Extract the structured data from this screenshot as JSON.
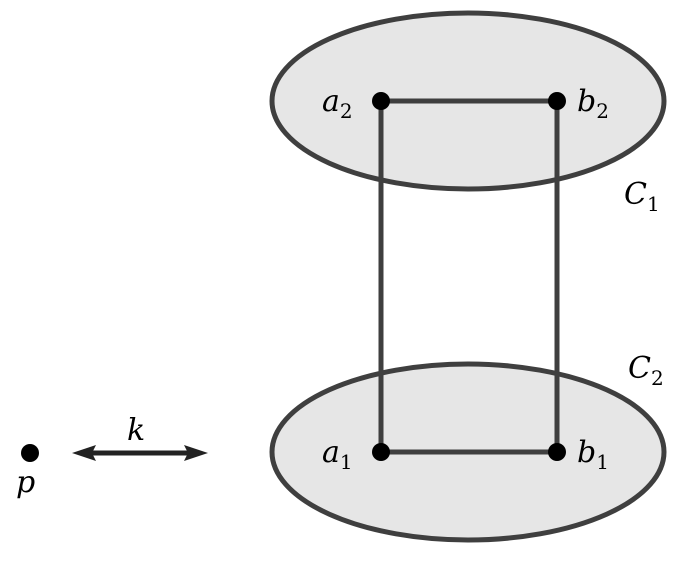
{
  "diagram": {
    "colors": {
      "region_fill": "#e6e6e6",
      "stroke": "#3f3f3f",
      "node": "#000000"
    },
    "regions": [
      {
        "id": "C1",
        "label": "C",
        "subscript": "1"
      },
      {
        "id": "C2",
        "label": "C",
        "subscript": "2"
      }
    ],
    "nodes": [
      {
        "id": "a2",
        "label": "a",
        "subscript": "2"
      },
      {
        "id": "b2",
        "label": "b",
        "subscript": "2"
      },
      {
        "id": "a1",
        "label": "a",
        "subscript": "1"
      },
      {
        "id": "b1",
        "label": "b",
        "subscript": "1"
      },
      {
        "id": "p",
        "label": "p",
        "subscript": ""
      }
    ],
    "edges": [
      {
        "from": "a2",
        "to": "b2"
      },
      {
        "from": "a2",
        "to": "a1"
      },
      {
        "from": "b2",
        "to": "b1"
      },
      {
        "from": "a1",
        "to": "b1"
      }
    ],
    "arrow": {
      "label": "k",
      "style": "double-headed"
    }
  }
}
